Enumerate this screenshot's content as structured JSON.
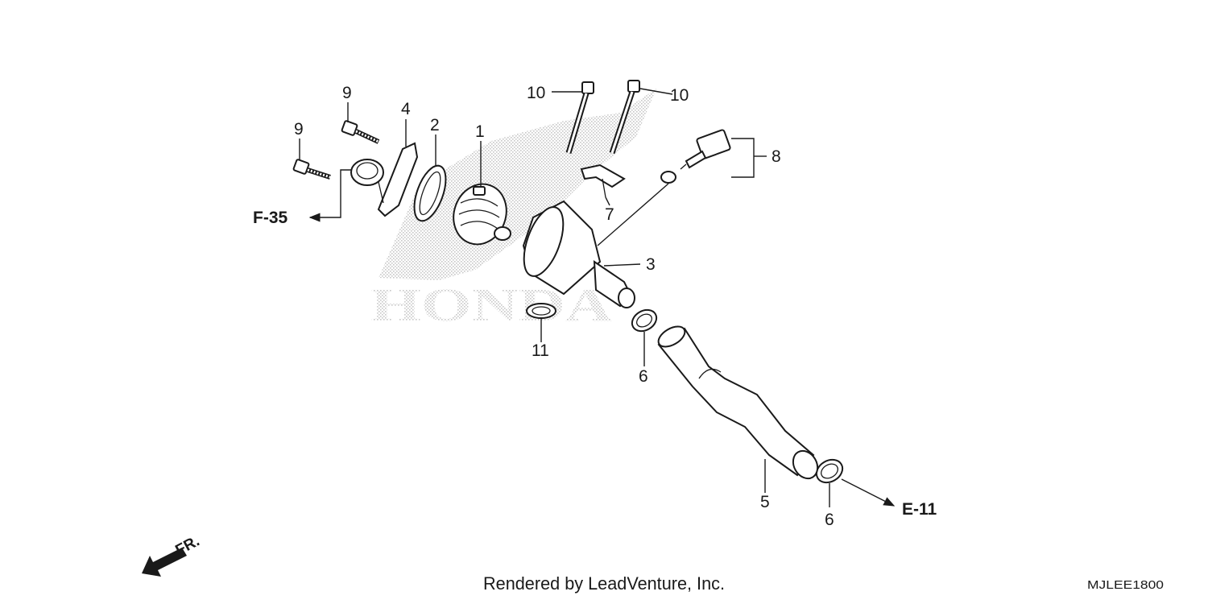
{
  "callouts": {
    "c1": "1",
    "c2": "2",
    "c3": "3",
    "c4": "4",
    "c5": "5",
    "c6a": "6",
    "c6b": "6",
    "c7": "7",
    "c8": "8",
    "c9a": "9",
    "c9b": "9",
    "c10a": "10",
    "c10b": "10",
    "c11": "11"
  },
  "references": {
    "f35": "F-35",
    "e11": "E-11"
  },
  "direction": {
    "label": "FR."
  },
  "watermark": {
    "brand": "HONDA"
  },
  "footer": {
    "credit": "Rendered by LeadVenture, Inc.",
    "diagram_code": "MJLEE1800"
  }
}
